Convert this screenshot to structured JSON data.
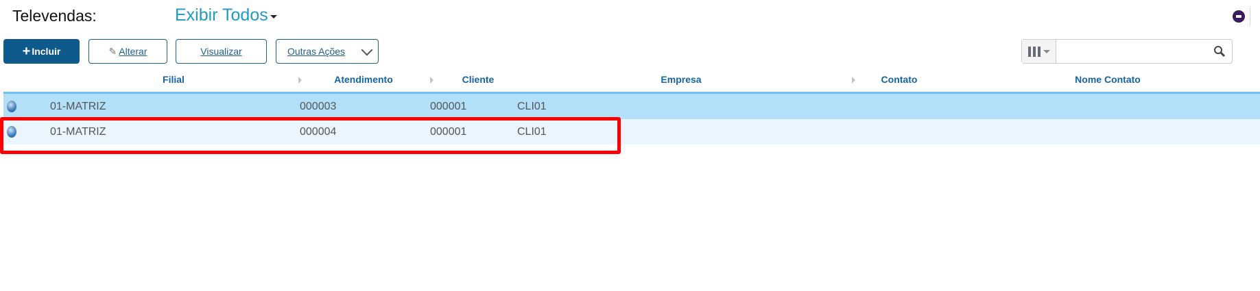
{
  "header": {
    "title": "Televendas:",
    "filter": "Exibir Todos"
  },
  "toolbar": {
    "incluir": "Incluir",
    "alterar": "Alterar",
    "visualizar": "Visualizar",
    "outras": "Outras Ações"
  },
  "search": {
    "placeholder": ""
  },
  "table": {
    "columns": [
      "Filial",
      "Atendimento",
      "Cliente",
      "Empresa",
      "Contato",
      "Nome Contato"
    ],
    "rows": [
      {
        "filial": "01-MATRIZ",
        "atendimento": "000003",
        "cliente": "000001",
        "loja": "CLI01"
      },
      {
        "filial": "01-MATRIZ",
        "atendimento": "000004",
        "cliente": "000001",
        "loja": "CLI01"
      }
    ]
  },
  "colors": {
    "accent": "#0f5a8c",
    "highlight": "#ff0000",
    "selected_row": "#b3e0f9"
  }
}
